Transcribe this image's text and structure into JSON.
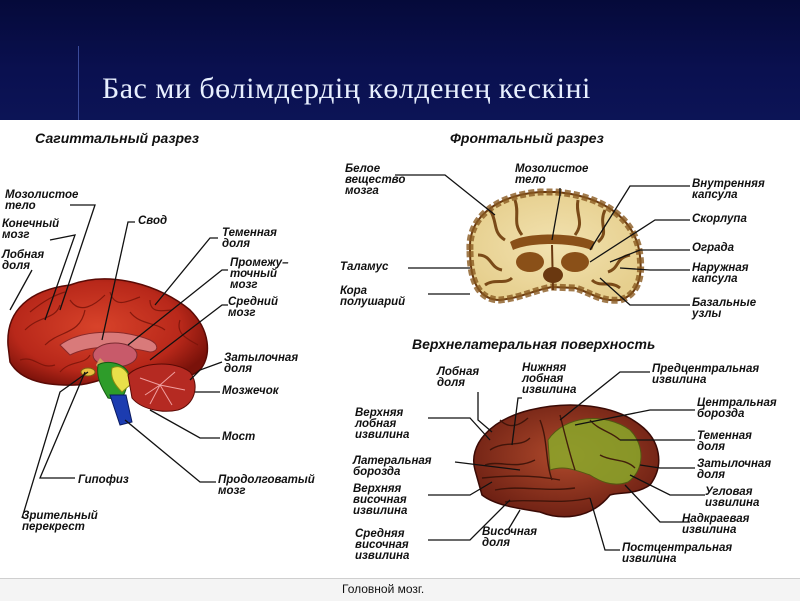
{
  "slide": {
    "title": "Бас ми бөлімдердің көлденең кескіні"
  },
  "caption": "Головной мозг.",
  "sections": {
    "sagittal": "Сагиттальный разрез",
    "frontal": "Фронтальный разрез",
    "lateral": "Верхнелатеральная поверхность"
  },
  "sagittal_labels": {
    "corpus_callosum": "Мозолистое\nтело",
    "telencephalon": "Конечный\nмозг",
    "frontal_lobe": "Лобная\nдоля",
    "fornix": "Свод",
    "parietal_lobe": "Теменная\nдоля",
    "diencephalon": "Промежу–\nточный\nмозг",
    "midbrain": "Средний\nмозг",
    "occipital_lobe": "Затылочная\nдоля",
    "cerebellum": "Мозжечок",
    "pons": "Мост",
    "medulla": "Продолговатый\nмозг",
    "hypophysis": "Гипофиз",
    "chiasm": "Зрительный\nперекрест"
  },
  "frontal_labels": {
    "white_matter": "Белое\nвещество\nмозга",
    "corpus_callosum": "Мозолистое\nтело",
    "internal_capsule": "Внутренняя\nкапсула",
    "putamen": "Скорлупа",
    "claustrum": "Ограда",
    "external_capsule": "Наружная\nкапсула",
    "thalamus": "Таламус",
    "cortex": "Кора\nполушарий",
    "basal_nuclei": "Базальные\nузлы"
  },
  "lateral_labels": {
    "frontal_lobe": "Лобная\nдоля",
    "inferior_frontal": "Нижняя\nлобная\nизвилина",
    "precentral": "Предцентральная\nизвилина",
    "central_sulcus": "Центральная\nборозда",
    "superior_frontal": "Верхняя\nлобная\nизвилина",
    "parietal_lobe": "Теменная\nдоля",
    "lateral_sulcus": "Латеральная\nборозда",
    "occipital_lobe": "Затылочная\nдоля",
    "superior_temporal": "Верхняя\nвисочная\nизвилина",
    "angular": "Угловая\nизвилина",
    "supramarginal": "Надкраевая\nизвилина",
    "middle_temporal": "Средняя\nвисочная\nизвилина",
    "temporal_lobe": "Височная\nдоля",
    "postcentral": "Постцентральная\nизвилина"
  }
}
